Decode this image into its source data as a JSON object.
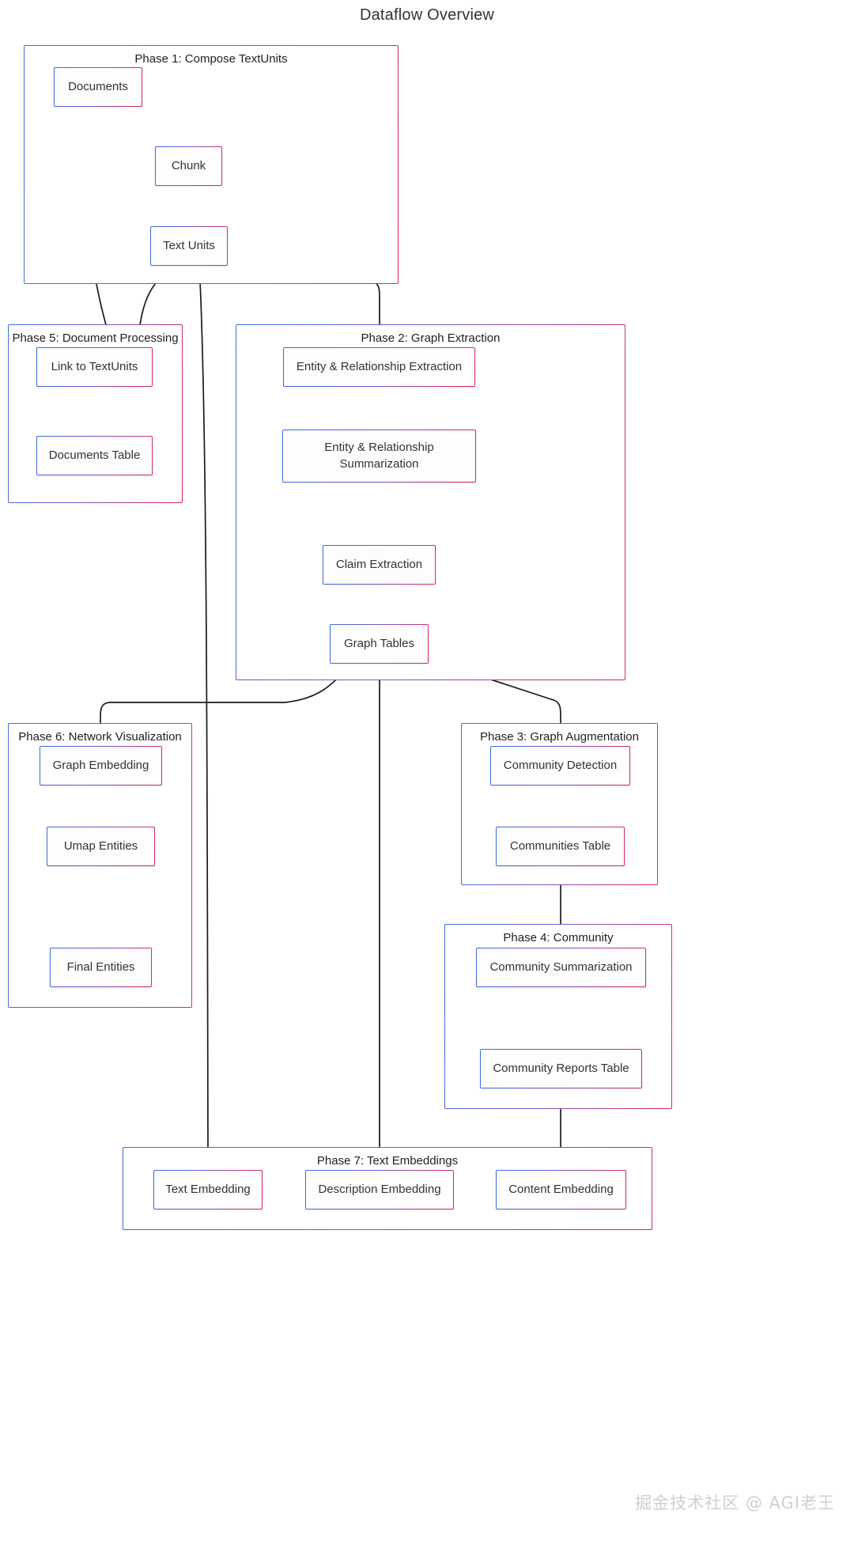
{
  "title": "Dataflow Overview",
  "watermark": "掘金技术社区 @ AGI老王",
  "colors": {
    "border_start": "#3b6fe0",
    "border_end": "#e0245e",
    "edge": "#1a1a1a",
    "text": "#333333",
    "background": "#ffffff"
  },
  "phases": [
    {
      "id": "phase1",
      "label": "Phase 1: Compose TextUnits"
    },
    {
      "id": "phase5",
      "label": "Phase 5: Document Processing"
    },
    {
      "id": "phase2",
      "label": "Phase 2: Graph Extraction"
    },
    {
      "id": "phase6",
      "label": "Phase 6: Network Visualization"
    },
    {
      "id": "phase3",
      "label": "Phase 3: Graph Augmentation"
    },
    {
      "id": "phase4",
      "label": "Phase 4: Community"
    },
    {
      "id": "phase7",
      "label": "Phase 7: Text Embeddings"
    }
  ],
  "nodes": [
    {
      "id": "documents",
      "label": "Documents",
      "phase": "phase1"
    },
    {
      "id": "chunk",
      "label": "Chunk",
      "phase": "phase1"
    },
    {
      "id": "text_units",
      "label": "Text Units",
      "phase": "phase1"
    },
    {
      "id": "link_to_textunits",
      "label": "Link to TextUnits",
      "phase": "phase5"
    },
    {
      "id": "documents_table",
      "label": "Documents Table",
      "phase": "phase5"
    },
    {
      "id": "entity_rel_extraction",
      "label": "Entity & Relationship Extraction",
      "phase": "phase2"
    },
    {
      "id": "entity_rel_summarization",
      "label_line1": "Entity & Relationship",
      "label_line2": "Summarization",
      "phase": "phase2"
    },
    {
      "id": "claim_extraction",
      "label": "Claim Extraction",
      "phase": "phase2"
    },
    {
      "id": "graph_tables",
      "label": "Graph Tables",
      "phase": "phase2"
    },
    {
      "id": "graph_embedding",
      "label": "Graph Embedding",
      "phase": "phase6"
    },
    {
      "id": "umap_entities",
      "label": "Umap Entities",
      "phase": "phase6"
    },
    {
      "id": "final_entities",
      "label": "Final Entities",
      "phase": "phase6"
    },
    {
      "id": "community_detection",
      "label": "Community Detection",
      "phase": "phase3"
    },
    {
      "id": "communities_table",
      "label": "Communities Table",
      "phase": "phase3"
    },
    {
      "id": "community_summarization",
      "label": "Community Summarization",
      "phase": "phase4"
    },
    {
      "id": "community_reports_table",
      "label": "Community Reports Table",
      "phase": "phase4"
    },
    {
      "id": "text_embedding",
      "label": "Text Embedding",
      "phase": "phase7"
    },
    {
      "id": "description_embedding",
      "label": "Description Embedding",
      "phase": "phase7"
    },
    {
      "id": "content_embedding",
      "label": "Content Embedding",
      "phase": "phase7"
    }
  ],
  "edges": [
    {
      "from": "documents",
      "to": "chunk"
    },
    {
      "from": "documents",
      "to": "link_to_textunits"
    },
    {
      "from": "chunk",
      "to": "text_units"
    },
    {
      "from": "text_units",
      "to": "link_to_textunits"
    },
    {
      "from": "text_units",
      "to": "entity_rel_extraction"
    },
    {
      "from": "text_units",
      "to": "text_embedding"
    },
    {
      "from": "link_to_textunits",
      "to": "documents_table"
    },
    {
      "from": "entity_rel_extraction",
      "to": "entity_rel_summarization"
    },
    {
      "from": "entity_rel_summarization",
      "to": "claim_extraction"
    },
    {
      "from": "claim_extraction",
      "to": "graph_tables"
    },
    {
      "from": "graph_tables",
      "to": "graph_embedding"
    },
    {
      "from": "graph_tables",
      "to": "community_detection"
    },
    {
      "from": "graph_tables",
      "to": "description_embedding"
    },
    {
      "from": "graph_embedding",
      "to": "umap_entities"
    },
    {
      "from": "umap_entities",
      "to": "final_entities"
    },
    {
      "from": "community_detection",
      "to": "communities_table"
    },
    {
      "from": "communities_table",
      "to": "community_summarization"
    },
    {
      "from": "community_summarization",
      "to": "community_reports_table"
    },
    {
      "from": "community_reports_table",
      "to": "content_embedding"
    }
  ],
  "chart_data": {
    "type": "diagram",
    "diagram_type": "flowchart",
    "direction": "top-down",
    "title": "Dataflow Overview",
    "groups": [
      {
        "name": "Phase 1: Compose TextUnits",
        "nodes": [
          "Documents",
          "Chunk",
          "Text Units"
        ]
      },
      {
        "name": "Phase 5: Document Processing",
        "nodes": [
          "Link to TextUnits",
          "Documents Table"
        ]
      },
      {
        "name": "Phase 2: Graph Extraction",
        "nodes": [
          "Entity & Relationship Extraction",
          "Entity & Relationship Summarization",
          "Claim Extraction",
          "Graph Tables"
        ]
      },
      {
        "name": "Phase 6: Network Visualization",
        "nodes": [
          "Graph Embedding",
          "Umap Entities",
          "Final Entities"
        ]
      },
      {
        "name": "Phase 3: Graph Augmentation",
        "nodes": [
          "Community Detection",
          "Communities Table"
        ]
      },
      {
        "name": "Phase 4: Community",
        "nodes": [
          "Community Summarization",
          "Community Reports Table"
        ]
      },
      {
        "name": "Phase 7: Text Embeddings",
        "nodes": [
          "Text Embedding",
          "Description Embedding",
          "Content Embedding"
        ]
      }
    ],
    "links": [
      [
        "Documents",
        "Chunk"
      ],
      [
        "Documents",
        "Link to TextUnits"
      ],
      [
        "Chunk",
        "Text Units"
      ],
      [
        "Text Units",
        "Link to TextUnits"
      ],
      [
        "Text Units",
        "Entity & Relationship Extraction"
      ],
      [
        "Text Units",
        "Text Embedding"
      ],
      [
        "Link to TextUnits",
        "Documents Table"
      ],
      [
        "Entity & Relationship Extraction",
        "Entity & Relationship Summarization"
      ],
      [
        "Entity & Relationship Summarization",
        "Claim Extraction"
      ],
      [
        "Claim Extraction",
        "Graph Tables"
      ],
      [
        "Graph Tables",
        "Graph Embedding"
      ],
      [
        "Graph Tables",
        "Community Detection"
      ],
      [
        "Graph Tables",
        "Description Embedding"
      ],
      [
        "Graph Embedding",
        "Umap Entities"
      ],
      [
        "Umap Entities",
        "Final Entities"
      ],
      [
        "Community Detection",
        "Communities Table"
      ],
      [
        "Communities Table",
        "Community Summarization"
      ],
      [
        "Community Summarization",
        "Community Reports Table"
      ],
      [
        "Community Reports Table",
        "Content Embedding"
      ]
    ]
  }
}
